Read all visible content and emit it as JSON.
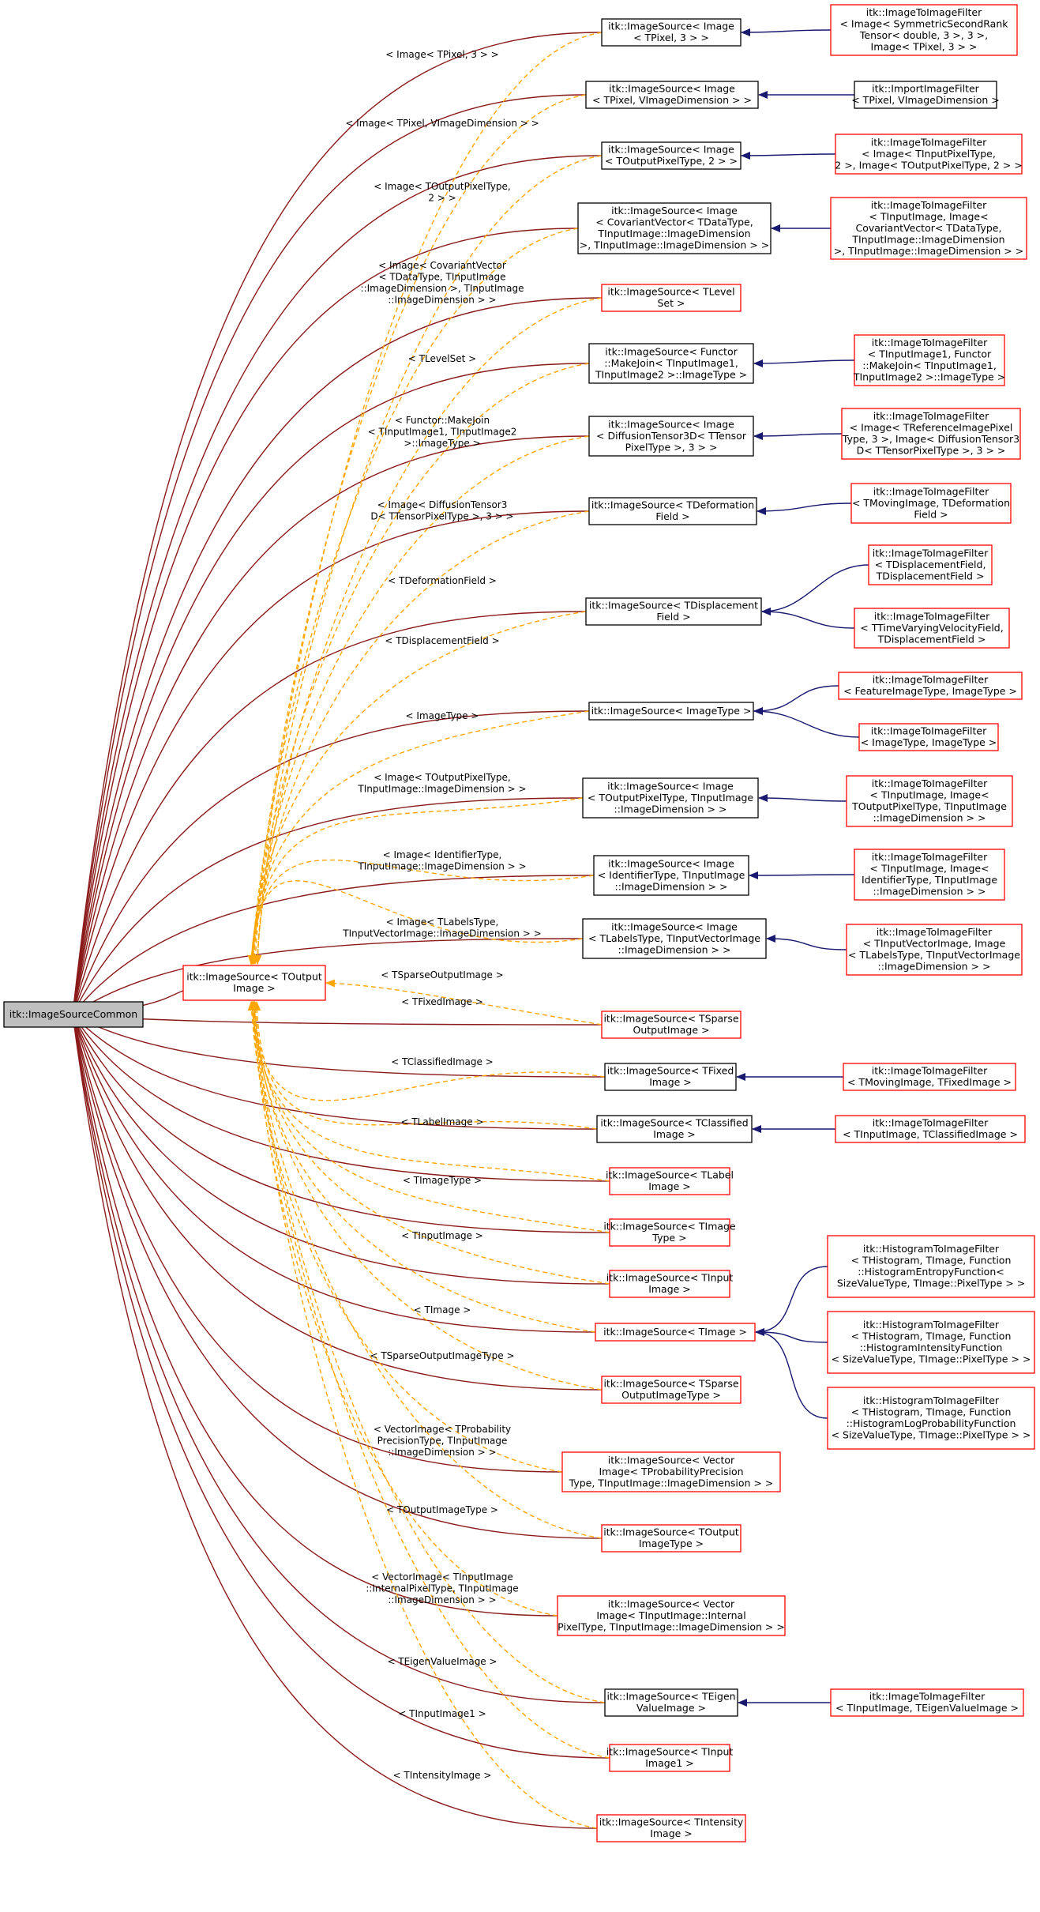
{
  "colors": {
    "inherit_edge": "#8b1a1a",
    "template_edge": "#ffa500",
    "derived_edge": "#191970",
    "root_fill": "#bfbfbf",
    "black_border": "#000000",
    "red_border": "#ff0000"
  },
  "nodes": [
    {
      "id": "root",
      "lines": [
        "itk::ImageSourceCommon"
      ],
      "border": "black",
      "fill": "grey"
    },
    {
      "id": "tout",
      "lines": [
        "itk::ImageSource< TOutput",
        "Image >"
      ],
      "border": "red"
    },
    {
      "id": "m01",
      "lines": [
        "itk::ImageSource< Image",
        "< TPixel, 3 > >"
      ],
      "border": "black"
    },
    {
      "id": "m02",
      "lines": [
        "itk::ImageSource< Image",
        "< TPixel, VImageDimension > >"
      ],
      "border": "black"
    },
    {
      "id": "m03",
      "lines": [
        "itk::ImageSource< Image",
        "< TOutputPixelType, 2 > >"
      ],
      "border": "black"
    },
    {
      "id": "m04",
      "lines": [
        "itk::ImageSource< Image",
        "< CovariantVector< TDataType,",
        "TInputImage::ImageDimension",
        ">, TInputImage::ImageDimension > >"
      ],
      "border": "black"
    },
    {
      "id": "m05",
      "lines": [
        "itk::ImageSource< TLevel",
        "Set >"
      ],
      "border": "red"
    },
    {
      "id": "m06",
      "lines": [
        "itk::ImageSource< Functor",
        "::MakeJoin< TInputImage1,",
        "TInputImage2 >::ImageType >"
      ],
      "border": "black"
    },
    {
      "id": "m07",
      "lines": [
        "itk::ImageSource< Image",
        "< DiffusionTensor3D< TTensor",
        "PixelType >, 3 > >"
      ],
      "border": "black"
    },
    {
      "id": "m08",
      "lines": [
        "itk::ImageSource< TDeformation",
        "Field >"
      ],
      "border": "black"
    },
    {
      "id": "m09",
      "lines": [
        "itk::ImageSource< TDisplacement",
        "Field >"
      ],
      "border": "black"
    },
    {
      "id": "m10",
      "lines": [
        "itk::ImageSource< ImageType >"
      ],
      "border": "black"
    },
    {
      "id": "m11",
      "lines": [
        "itk::ImageSource< Image",
        "< TOutputPixelType, TInputImage",
        "::ImageDimension > >"
      ],
      "border": "black"
    },
    {
      "id": "m12",
      "lines": [
        "itk::ImageSource< Image",
        "< IdentifierType, TInputImage",
        "::ImageDimension > >"
      ],
      "border": "black"
    },
    {
      "id": "m13",
      "lines": [
        "itk::ImageSource< Image",
        "< TLabelsType, TInputVectorImage",
        "::ImageDimension > >"
      ],
      "border": "black"
    },
    {
      "id": "m14",
      "lines": [
        "itk::ImageSource< TSparse",
        "OutputImage >"
      ],
      "border": "red"
    },
    {
      "id": "m15",
      "lines": [
        "itk::ImageSource< TFixed",
        "Image >"
      ],
      "border": "black"
    },
    {
      "id": "m16",
      "lines": [
        "itk::ImageSource< TClassified",
        "Image >"
      ],
      "border": "black"
    },
    {
      "id": "m17",
      "lines": [
        "itk::ImageSource< TLabel",
        "Image >"
      ],
      "border": "red"
    },
    {
      "id": "m18",
      "lines": [
        "itk::ImageSource< TImage",
        "Type >"
      ],
      "border": "red"
    },
    {
      "id": "m19",
      "lines": [
        "itk::ImageSource< TInput",
        "Image >"
      ],
      "border": "red"
    },
    {
      "id": "m20",
      "lines": [
        "itk::ImageSource< TImage >"
      ],
      "border": "red"
    },
    {
      "id": "m21",
      "lines": [
        "itk::ImageSource< TSparse",
        "OutputImageType >"
      ],
      "border": "red"
    },
    {
      "id": "m22",
      "lines": [
        "itk::ImageSource< Vector",
        "Image< TProbabilityPrecision",
        "Type, TInputImage::ImageDimension > >"
      ],
      "border": "red"
    },
    {
      "id": "m23",
      "lines": [
        "itk::ImageSource< TOutput",
        "ImageType >"
      ],
      "border": "red"
    },
    {
      "id": "m24",
      "lines": [
        "itk::ImageSource< Vector",
        "Image< TInputImage::Internal",
        "PixelType, TInputImage::ImageDimension > >"
      ],
      "border": "red"
    },
    {
      "id": "m25",
      "lines": [
        "itk::ImageSource< TEigen",
        "ValueImage >"
      ],
      "border": "black"
    },
    {
      "id": "m26",
      "lines": [
        "itk::ImageSource< TInput",
        "Image1 >"
      ],
      "border": "red"
    },
    {
      "id": "m27",
      "lines": [
        "itk::ImageSource< TIntensity",
        "Image >"
      ],
      "border": "red"
    },
    {
      "id": "r01",
      "lines": [
        "itk::ImageToImageFilter",
        "< Image< SymmetricSecondRank",
        "Tensor< double, 3 >, 3 >,",
        "Image< TPixel, 3 > >"
      ],
      "border": "red"
    },
    {
      "id": "r02",
      "lines": [
        "itk::ImportImageFilter",
        "< TPixel, VImageDimension >"
      ],
      "border": "black"
    },
    {
      "id": "r03",
      "lines": [
        "itk::ImageToImageFilter",
        "< Image< TInputPixelType,",
        "2 >, Image< TOutputPixelType, 2 > >"
      ],
      "border": "red"
    },
    {
      "id": "r04",
      "lines": [
        "itk::ImageToImageFilter",
        "< TInputImage, Image<",
        "CovariantVector< TDataType,",
        "TInputImage::ImageDimension",
        ">, TInputImage::ImageDimension > >"
      ],
      "border": "red"
    },
    {
      "id": "r05",
      "lines": [
        "itk::ImageToImageFilter",
        "< TInputImage1, Functor",
        "::MakeJoin< TInputImage1,",
        "TInputImage2 >::ImageType >"
      ],
      "border": "red"
    },
    {
      "id": "r06",
      "lines": [
        "itk::ImageToImageFilter",
        "< Image< TReferenceImagePixel",
        "Type, 3 >, Image< DiffusionTensor3",
        "D< TTensorPixelType >, 3 > >"
      ],
      "border": "red"
    },
    {
      "id": "r07",
      "lines": [
        "itk::ImageToImageFilter",
        "< TMovingImage, TDeformation",
        "Field >"
      ],
      "border": "red"
    },
    {
      "id": "r08",
      "lines": [
        "itk::ImageToImageFilter",
        "< TDisplacementField,",
        "TDisplacementField >"
      ],
      "border": "red"
    },
    {
      "id": "r09",
      "lines": [
        "itk::ImageToImageFilter",
        "< TTimeVaryingVelocityField,",
        "TDisplacementField >"
      ],
      "border": "red"
    },
    {
      "id": "r10",
      "lines": [
        "itk::ImageToImageFilter",
        "< FeatureImageType, ImageType >"
      ],
      "border": "red"
    },
    {
      "id": "r11",
      "lines": [
        "itk::ImageToImageFilter",
        "< ImageType, ImageType >"
      ],
      "border": "red"
    },
    {
      "id": "r12",
      "lines": [
        "itk::ImageToImageFilter",
        "< TInputImage, Image<",
        "TOutputPixelType, TInputImage",
        "::ImageDimension > >"
      ],
      "border": "red"
    },
    {
      "id": "r13",
      "lines": [
        "itk::ImageToImageFilter",
        "< TInputImage, Image<",
        "IdentifierType, TInputImage",
        "::ImageDimension > >"
      ],
      "border": "red"
    },
    {
      "id": "r14",
      "lines": [
        "itk::ImageToImageFilter",
        "< TInputVectorImage, Image",
        "< TLabelsType, TInputVectorImage",
        "::ImageDimension > >"
      ],
      "border": "red"
    },
    {
      "id": "r15",
      "lines": [
        "itk::ImageToImageFilter",
        "< TMovingImage, TFixedImage >"
      ],
      "border": "red"
    },
    {
      "id": "r16",
      "lines": [
        "itk::ImageToImageFilter",
        "< TInputImage, TClassifiedImage >"
      ],
      "border": "red"
    },
    {
      "id": "r17",
      "lines": [
        "itk::HistogramToImageFilter",
        "< THistogram, TImage, Function",
        "::HistogramEntropyFunction<",
        "SizeValueType, TImage::PixelType > >"
      ],
      "border": "red"
    },
    {
      "id": "r18",
      "lines": [
        "itk::HistogramToImageFilter",
        "< THistogram, TImage, Function",
        "::HistogramIntensityFunction",
        "< SizeValueType, TImage::PixelType > >"
      ],
      "border": "red"
    },
    {
      "id": "r19",
      "lines": [
        "itk::HistogramToImageFilter",
        "< THistogram, TImage, Function",
        "::HistogramLogProbabilityFunction",
        "< SizeValueType, TImage::PixelType > >"
      ],
      "border": "red"
    },
    {
      "id": "r20",
      "lines": [
        "itk::ImageToImageFilter",
        "< TInputImage, TEigenValueImage >"
      ],
      "border": "red"
    }
  ],
  "edge_labels": [
    {
      "id": "l01",
      "lines": [
        "< Image< TPixel, 3 > >"
      ]
    },
    {
      "id": "l02",
      "lines": [
        "< Image< TPixel, VImageDimension > >"
      ]
    },
    {
      "id": "l03",
      "lines": [
        "< Image< TOutputPixelType,",
        "2 > >"
      ]
    },
    {
      "id": "l04",
      "lines": [
        "< Image< CovariantVector",
        "< TDataType, TInputImage",
        "::ImageDimension >, TInputImage",
        "::ImageDimension > >"
      ]
    },
    {
      "id": "l05",
      "lines": [
        "< TLevelSet >"
      ]
    },
    {
      "id": "l06",
      "lines": [
        "< Functor::MakeJoin",
        "< TInputImage1, TInputImage2",
        ">::ImageType >"
      ]
    },
    {
      "id": "l07",
      "lines": [
        "< Image< DiffusionTensor3",
        "D< TTensorPixelType >, 3 > >"
      ]
    },
    {
      "id": "l08",
      "lines": [
        "< TDeformationField >"
      ]
    },
    {
      "id": "l09",
      "lines": [
        "< TDisplacementField >"
      ]
    },
    {
      "id": "l10",
      "lines": [
        "< ImageType >"
      ]
    },
    {
      "id": "l11",
      "lines": [
        "< Image< TOutputPixelType,",
        "TInputImage::ImageDimension > >"
      ]
    },
    {
      "id": "l12",
      "lines": [
        "< Image< IdentifierType,",
        "TInputImage::ImageDimension > >"
      ]
    },
    {
      "id": "l13",
      "lines": [
        "< Image< TLabelsType,",
        "TInputVectorImage::ImageDimension > >"
      ]
    },
    {
      "id": "l14",
      "lines": [
        "< TSparseOutputImage >"
      ]
    },
    {
      "id": "l15",
      "lines": [
        "< TFixedImage >"
      ]
    },
    {
      "id": "l16",
      "lines": [
        "< TClassifiedImage >"
      ]
    },
    {
      "id": "l17",
      "lines": [
        "< TLabelImage >"
      ]
    },
    {
      "id": "l18",
      "lines": [
        "< TImageType >"
      ]
    },
    {
      "id": "l19",
      "lines": [
        "< TInputImage >"
      ]
    },
    {
      "id": "l20",
      "lines": [
        "< TImage >"
      ]
    },
    {
      "id": "l21",
      "lines": [
        "< TSparseOutputImageType >"
      ]
    },
    {
      "id": "l22",
      "lines": [
        "< VectorImage< TProbability",
        "PrecisionType, TInputImage",
        "::ImageDimension > >"
      ]
    },
    {
      "id": "l23",
      "lines": [
        "< TOutputImageType >"
      ]
    },
    {
      "id": "l24",
      "lines": [
        "< VectorImage< TInputImage",
        "::InternalPixelType, TInputImage",
        "::ImageDimension > >"
      ]
    },
    {
      "id": "l25",
      "lines": [
        "< TEigenValueImage >"
      ]
    },
    {
      "id": "l26",
      "lines": [
        "< TInputImage1 >"
      ]
    },
    {
      "id": "l27",
      "lines": [
        "< TIntensityImage >"
      ]
    }
  ]
}
